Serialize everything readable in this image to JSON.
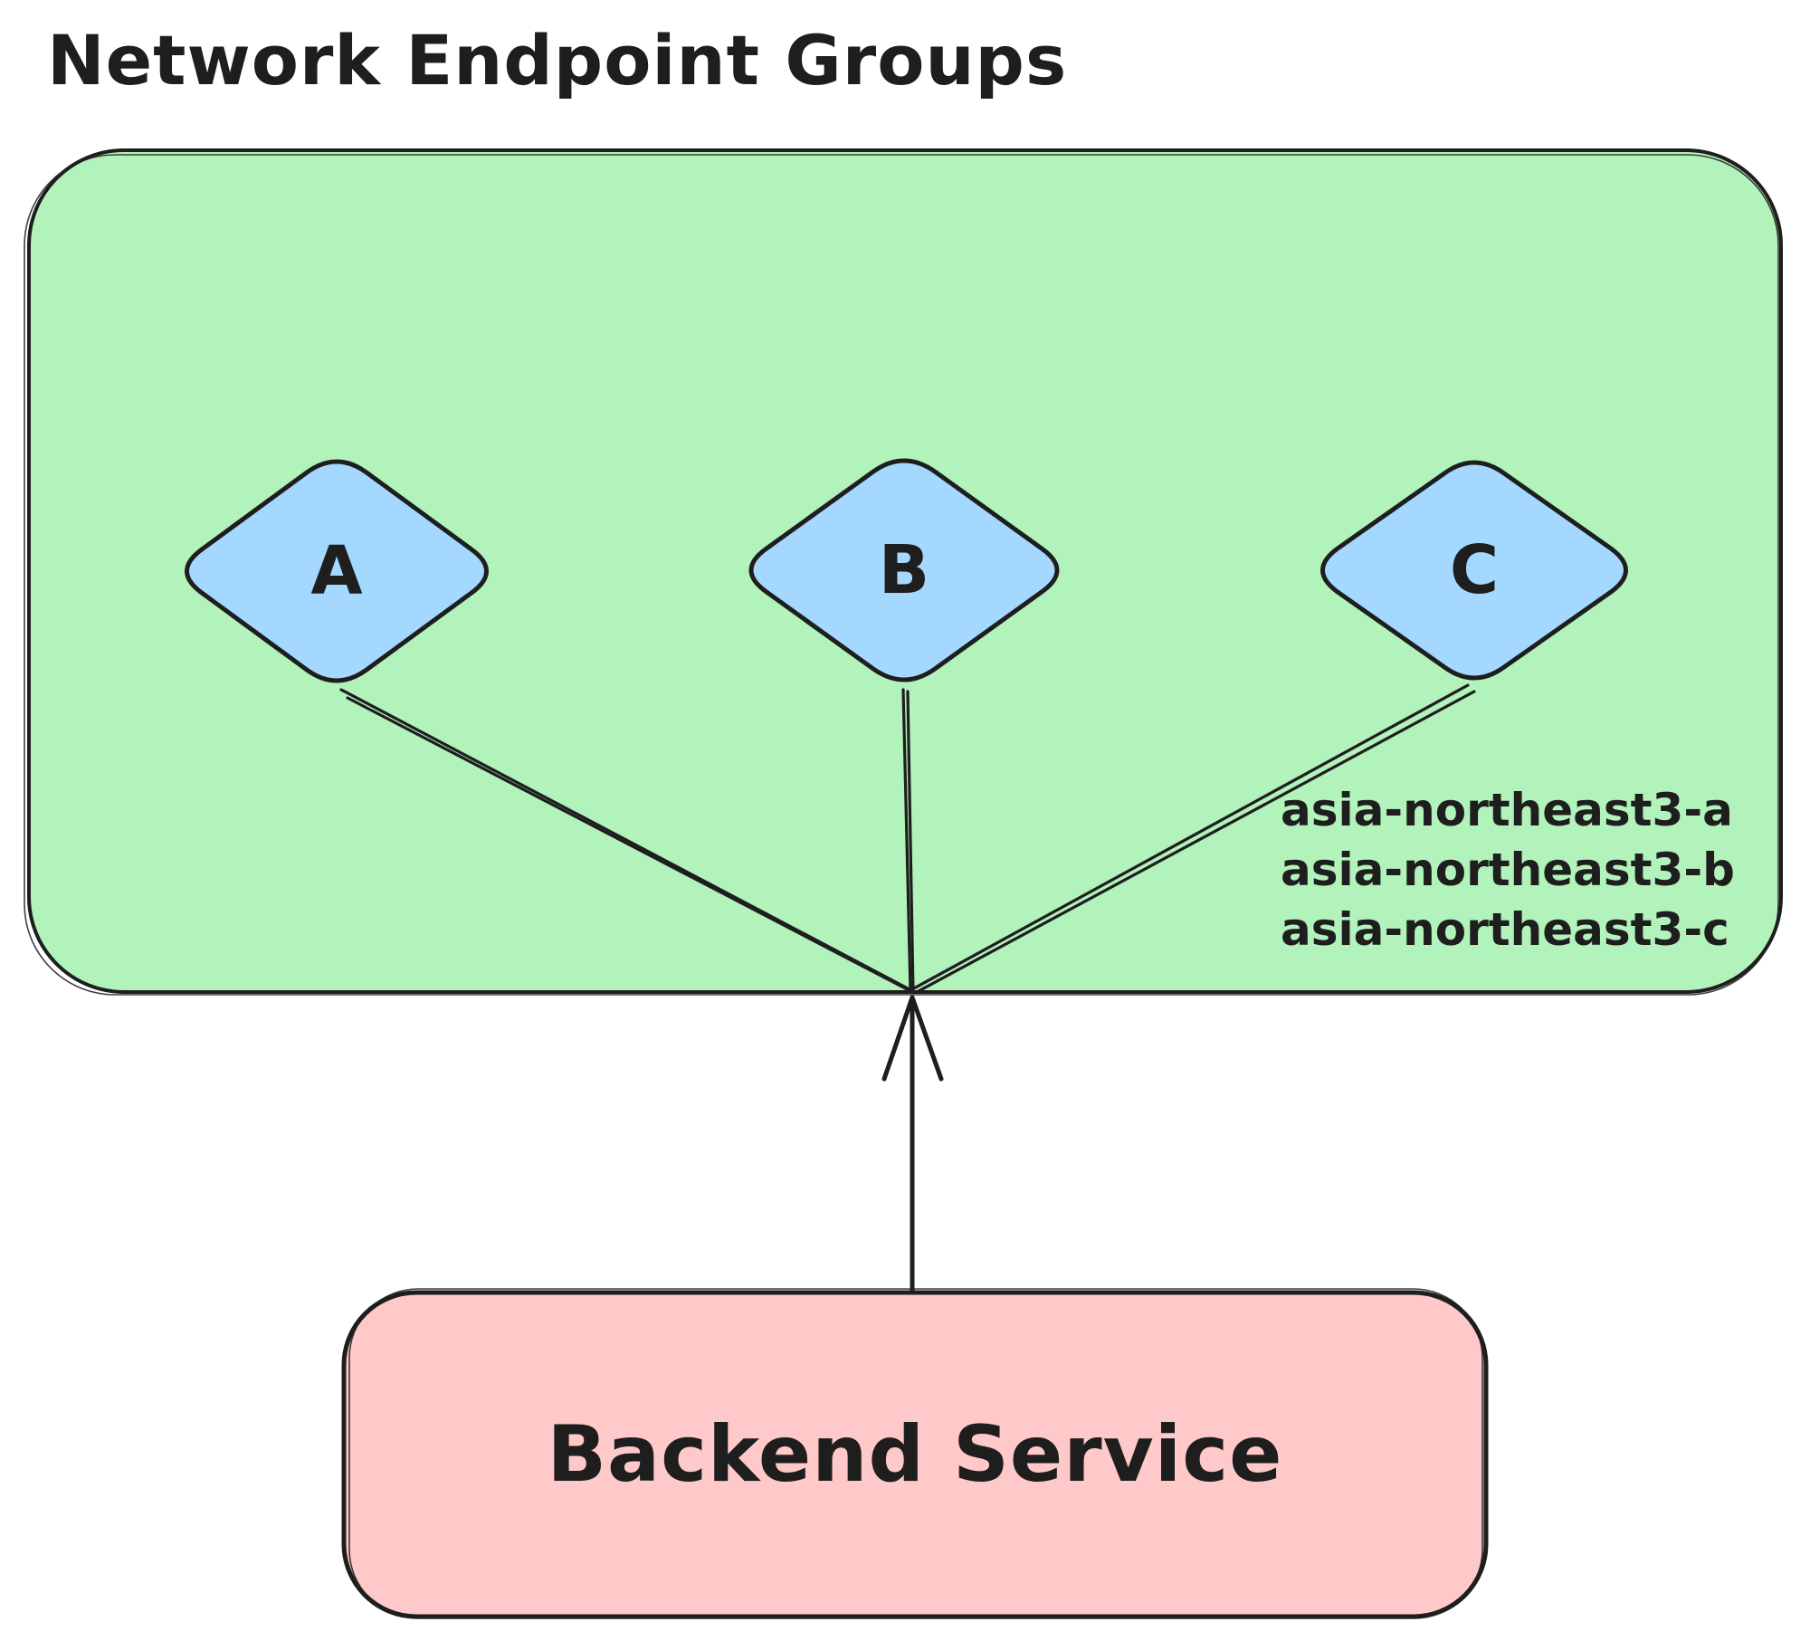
{
  "title": "Network Endpoint Groups",
  "colors": {
    "container_fill": "#b2f2bb",
    "node_fill": "#a5d8ff",
    "backend_fill": "#ffc9c9",
    "stroke": "#1e1e1e"
  },
  "neg": {
    "nodes": [
      {
        "label": "A"
      },
      {
        "label": "B"
      },
      {
        "label": "C"
      }
    ],
    "zones": [
      "asia-northeast3-a",
      "asia-northeast3-b",
      "asia-northeast3-c"
    ]
  },
  "backend": {
    "label": "Backend Service"
  }
}
